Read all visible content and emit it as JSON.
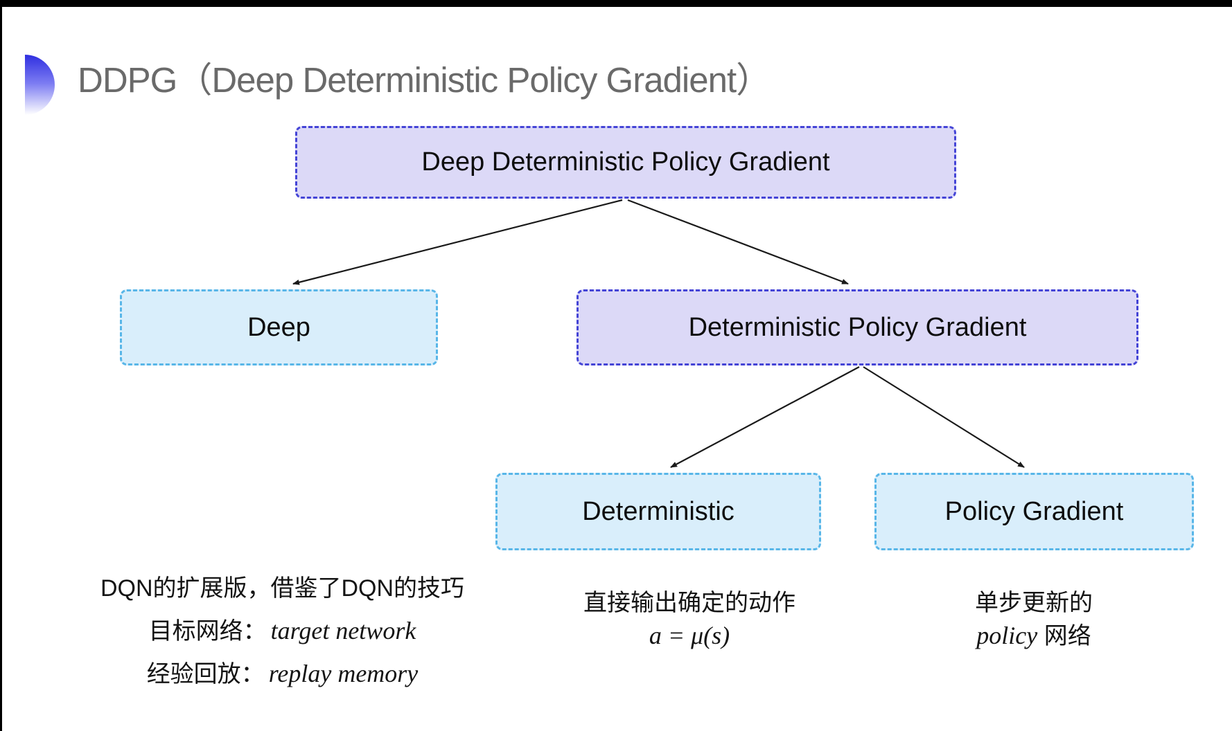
{
  "title": "DDPG（Deep Deterministic Policy Gradient）",
  "nodes": {
    "root": "Deep Deterministic Policy Gradient",
    "deep": "Deep",
    "dpg": "Deterministic Policy Gradient",
    "deterministic": "Deterministic",
    "policy_gradient": "Policy Gradient"
  },
  "edges": [
    {
      "from": "root",
      "to": "deep"
    },
    {
      "from": "root",
      "to": "dpg"
    },
    {
      "from": "dpg",
      "to": "deterministic"
    },
    {
      "from": "dpg",
      "to": "policy_gradient"
    }
  ],
  "notes": {
    "deep": {
      "line1": "DQN的扩展版，借鉴了DQN的技巧",
      "line2_label": "目标网络：",
      "line2_value": "target network",
      "line3_label": "经验回放：",
      "line3_value": "replay memory"
    },
    "deterministic": {
      "line1": "直接输出确定的动作",
      "line2": "a = μ(s)"
    },
    "policy_gradient": {
      "line1": "单步更新的",
      "line2_italic": "policy",
      "line2_suffix": " 网络"
    }
  },
  "colors": {
    "purple_fill": "#dcd9f7",
    "purple_border": "#4444d6",
    "blue_fill": "#d9eefb",
    "blue_border": "#58b6e8",
    "arrow": "#1a1a1a",
    "title_gray": "#6a6a6a",
    "bullet_top": "#2f2fe0",
    "bullet_mid": "#7d7df2"
  }
}
